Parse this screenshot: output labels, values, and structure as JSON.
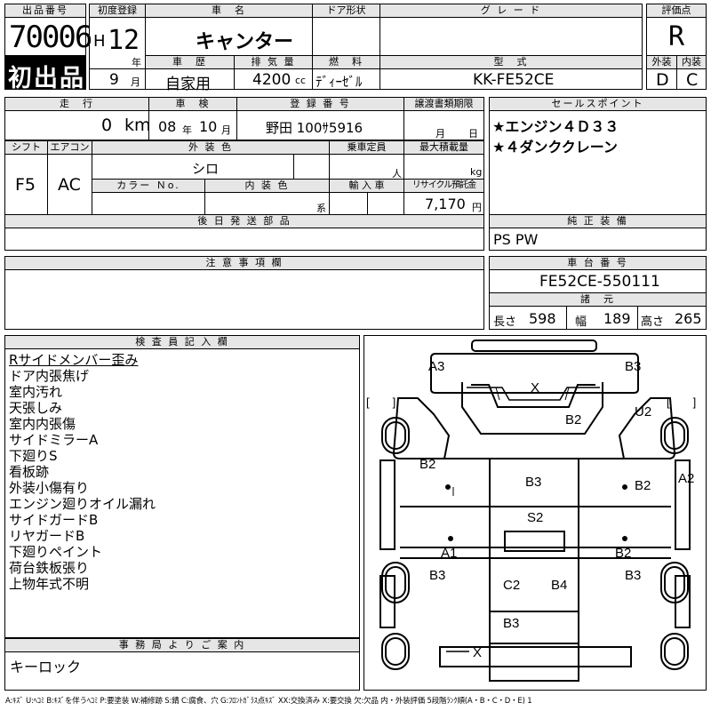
{
  "header": {
    "lot_no_label": "出品番号",
    "lot_no": "70006",
    "first_listing": "初出品",
    "first_reg_label": "初度登録",
    "era": "H",
    "year": "12",
    "year_unit": "年",
    "month": "9",
    "month_unit": "月",
    "car_name_label": "車　名",
    "car_name": "キャンター",
    "door_label": "ドア形状",
    "door_value": "",
    "grade_label": "グ レ ー ド",
    "grade_value": "",
    "rating_label": "評価点",
    "rating": "R",
    "history_label": "車　歴",
    "history": "自家用",
    "displacement_label": "排 気 量",
    "displacement": "4200",
    "displacement_unit": "cc",
    "fuel_label": "燃　料",
    "fuel": "ﾃﾞｨｰｾﾞﾙ",
    "model_label": "型　式",
    "model": "KK-FE52CE",
    "exterior_label": "外装",
    "interior_label": "内装",
    "exterior_grade": "D",
    "interior_grade": "C"
  },
  "info": {
    "mileage_label": "走　行",
    "mileage": "0",
    "mileage_unit": "km",
    "inspection_label": "車　検",
    "inspection_year": "08",
    "inspection_year_unit": "年",
    "inspection_month": "10",
    "inspection_month_unit": "月",
    "reg_no_label": "登 録 番 号",
    "reg_no": "野田 100ｻ5916",
    "transfer_label": "譲渡書類期限",
    "transfer_month": "月",
    "transfer_day": "日",
    "shift_label": "シフト",
    "shift": "F5",
    "ac_label": "エアコン",
    "ac": "AC",
    "color_label": "外 装 色",
    "color": "シロ",
    "capacity_label": "乗車定員",
    "capacity_unit": "人",
    "load_label": "最大積載量",
    "load_unit": "kg",
    "color_no_label": "カラー Ｎo.",
    "interior_color_label": "内 装 色",
    "interior_color_unit": "系",
    "import_label": "輸 入 車",
    "recycle_label": "リサイクル預託金",
    "recycle": "7,170",
    "recycle_unit": "円",
    "later_parts_label": "後 日 発 送 部 品",
    "later_parts": ""
  },
  "sales": {
    "label": "セールスポイント",
    "points": [
      "★エンジン４Ｄ３３",
      "★４ダンククレーン"
    ]
  },
  "equipment": {
    "label": "純 正 装 備",
    "value": "PS PW"
  },
  "notes": {
    "label": "注 意 事 項 欄",
    "value": ""
  },
  "chassis": {
    "label": "車 台 番 号",
    "value": "FE52CE-550111",
    "dims_label": "諸　元",
    "length_label": "長さ",
    "length": "598",
    "width_label": "幅",
    "width": "189",
    "height_label": "高さ",
    "height": "265"
  },
  "inspector": {
    "label": "検 査 員 記 入 欄",
    "lines": [
      "Rサイドメンバー歪み",
      "ドア内張焦げ",
      "室内汚れ",
      "天張しみ",
      "室内内張傷",
      "サイドミラーA",
      "下廻りS",
      "看板跡",
      "外装小傷有り",
      "エンジン廻りオイル漏れ",
      "サイドガードB",
      "リヤガードB",
      "下廻りペイント",
      "荷台鉄板張り",
      "上物年式不明"
    ]
  },
  "office": {
    "label": "事 務 局 よ り ご 案 内",
    "value": "キーロック"
  },
  "diagram": {
    "marks": [
      "A3",
      "B3",
      "X",
      "B2",
      "U2",
      "B2",
      "B2",
      "A2",
      "B3",
      "S2",
      "A1",
      "B2",
      "B3",
      "C2",
      "B4",
      "B3",
      "B3",
      "X"
    ],
    "bracket_left": "[　　]",
    "bracket_right": "[　　]"
  },
  "legend": "A:ｷｽﾞ U:ﾍｺﾐ B:ｷｽﾞを伴うﾍｺﾐ P:要塗装 W:補修跡 S:錆 C:腐食、穴 G:ﾌﾛﾝﾄｶﾞﾗｽ点ｷｽﾞ XX:交換済み X:要交換 欠:欠品 内・外装評価 5段階ﾗﾝｸ順(A・B・C・D・E) 1"
}
